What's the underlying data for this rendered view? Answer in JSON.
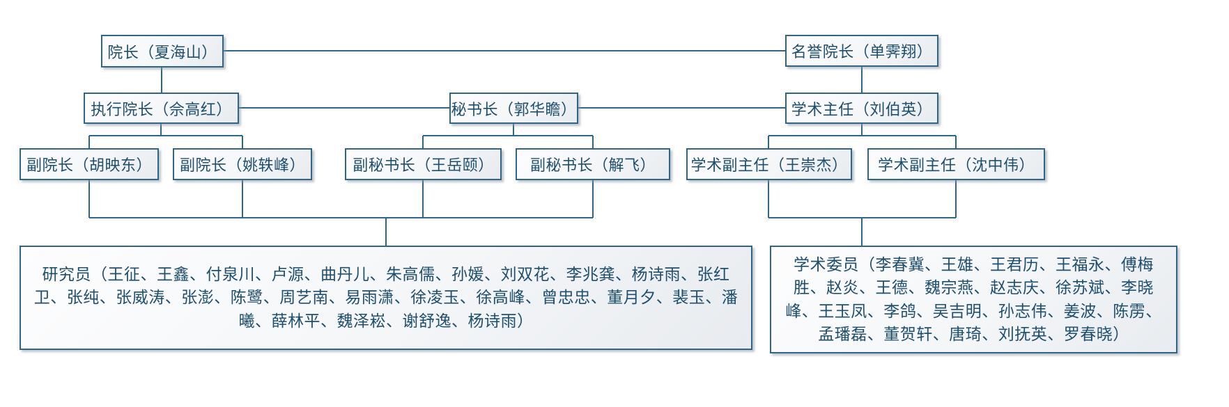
{
  "diagram": {
    "type": "org-chart",
    "accent_color": "#2d6688",
    "text_color": "#1d4f6e",
    "nodes": {
      "dean": {
        "label": "院长（夏海山）"
      },
      "honorary_dean": {
        "label": "名誉院长（单霁翔）"
      },
      "executive_dean": {
        "label": "执行院长（佘高红）"
      },
      "secretary_general": {
        "label": "秘书长（郭华瞻）"
      },
      "academic_director": {
        "label": "学术主任（刘伯英）"
      },
      "vice_dean_1": {
        "label": "副院长（胡映东）"
      },
      "vice_dean_2": {
        "label": "副院长（姚轶峰）"
      },
      "deputy_secretary_1": {
        "label": "副秘书长（王岳颐）"
      },
      "deputy_secretary_2": {
        "label": "副秘书长（解飞）"
      },
      "academic_deputy_1": {
        "label": "学术副主任（王崇杰）"
      },
      "academic_deputy_2": {
        "label": "学术副主任（沈中伟）"
      },
      "researchers": {
        "label": "研究员（王征、王鑫、付泉川、卢源、曲丹儿、朱高儒、孙媛、刘双花、李兆龚、杨诗雨、张红卫、张纯、张威涛、张澎、陈鹭、周艺南、易雨潇、徐凌玉、徐高峰、曾忠忠、董月夕、裴玉、潘曦、薛林平、魏泽崧、谢舒逸、杨诗雨）"
      },
      "academic_committee": {
        "label": "学术委员（李春冀、王雄、王君历、王福永、傅梅胜、赵炎、王德、魏宗燕、赵志庆、徐苏斌、李晓峰、王玉凤、李鸽、吴吉明、孙志伟、姜波、陈雳、孟璠磊、董贺轩、唐琦、刘抚英、罗春晓）"
      }
    },
    "edges": [
      {
        "from": "dean",
        "to": "honorary_dean"
      },
      {
        "from": "dean",
        "to": "executive_dean"
      },
      {
        "from": "executive_dean",
        "to": "secretary_general"
      },
      {
        "from": "secretary_general",
        "to": "academic_director"
      },
      {
        "from": "honorary_dean",
        "to": "academic_director"
      },
      {
        "from": "executive_dean",
        "to": "vice_dean_1"
      },
      {
        "from": "executive_dean",
        "to": "vice_dean_2"
      },
      {
        "from": "secretary_general",
        "to": "deputy_secretary_1"
      },
      {
        "from": "secretary_general",
        "to": "deputy_secretary_2"
      },
      {
        "from": "academic_director",
        "to": "academic_deputy_1"
      },
      {
        "from": "academic_director",
        "to": "academic_deputy_2"
      },
      {
        "from": "vice_deans_and_deputy_secretaries",
        "to": "researchers"
      },
      {
        "from": "academic_deputies",
        "to": "academic_committee"
      }
    ]
  }
}
